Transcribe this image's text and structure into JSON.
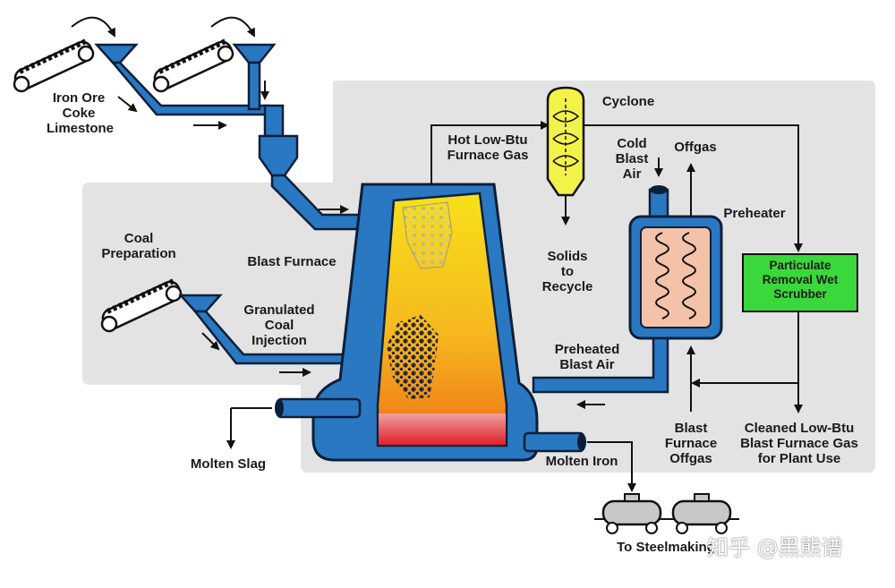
{
  "labels": {
    "iron_ore": "Iron Ore",
    "coke": "Coke",
    "limestone": "Limestone",
    "coal_prep_1": "Coal",
    "coal_prep_2": "Preparation",
    "blast_furnace": "Blast Furnace",
    "gran_1": "Granulated",
    "gran_2": "Coal",
    "gran_3": "Injection",
    "hot_gas_1": "Hot Low-Btu",
    "hot_gas_2": "Furnace Gas",
    "cyclone": "Cyclone",
    "solids_1": "Solids",
    "solids_2": "to",
    "solids_3": "Recycle",
    "cold_air_1": "Cold",
    "cold_air_2": "Blast",
    "cold_air_3": "Air",
    "offgas": "Offgas",
    "preheater": "Preheater",
    "scrubber_1": "Particulate",
    "scrubber_2": "Removal Wet",
    "scrubber_3": "Scrubber",
    "preheated_1": "Preheated",
    "preheated_2": "Blast Air",
    "bf_offgas_1": "Blast",
    "bf_offgas_2": "Furnace",
    "bf_offgas_3": "Offgas",
    "cleaned_1": "Cleaned Low-Btu",
    "cleaned_2": "Blast Furnace Gas",
    "cleaned_3": "for Plant Use",
    "molten_slag": "Molten Slag",
    "molten_iron": "Molten Iron",
    "to_steelmaking": "To Steelmaking"
  },
  "watermark": "知乎 @黑熊谱",
  "colors": {
    "pipe": "#2a78c2",
    "outline": "#0c1f3a",
    "panel": "#e3e3e3",
    "scrubber": "#3ad83a",
    "cyclone": "#f2f24a",
    "furnace_top": "#f7d214",
    "furnace_bottom": "#f08a1a",
    "molten": "#e23a3a",
    "preheater_coils": "#f4c2a8"
  }
}
